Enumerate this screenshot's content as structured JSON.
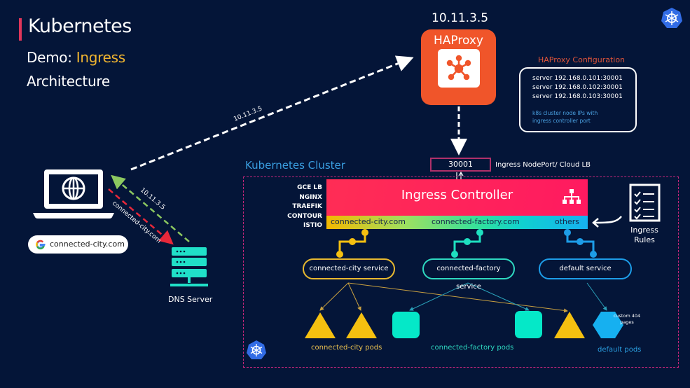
{
  "header": {
    "title": "Kubernetes",
    "subtitle_prefix": "Demo: ",
    "subtitle_accent": "Ingress",
    "subtitle_line2": "Architecture"
  },
  "colors": {
    "background": "#041538",
    "title_accent_bar": "#e0365a",
    "ingress_accent": "#f0b530",
    "haproxy": "#f0552a",
    "ingress_controller": "#ff2d55",
    "cluster_border": "#c0267a",
    "city": "#f5b800",
    "factory": "#05e8c8",
    "default": "#16b0f0"
  },
  "haproxy": {
    "ip": "10.11.3.5",
    "label": "HAProxy",
    "config_title": "HAProxy Configuration",
    "servers": [
      "server 192.168.0.101:30001",
      "server 192.168.0.102:30001",
      "server 192.168.0.103:30001"
    ],
    "note_line1": "k8s cluster node IPs with",
    "note_line2": "ingress controller port"
  },
  "client": {
    "search_text": "connected-city.com",
    "arrow_to_haproxy_label": "10.11.3.5",
    "dns_response_label": "10.11.3.5",
    "dns_request_label": "connected-city.com",
    "dns_server_label": "DNS Server"
  },
  "cluster": {
    "title": "Kubernetes Cluster",
    "nodeport": "30001",
    "nodeport_label": "Ingress NodePort/ Cloud LB",
    "controllers": [
      "GCE LB",
      "NGINX",
      "TRAEFIK",
      "CONTOUR",
      "ISTIO"
    ],
    "ingress_controller_label": "Ingress Controller",
    "routes": [
      "connected-city.com",
      "connected-factory.com",
      "others"
    ],
    "ingress_rules_line1": "Ingress",
    "ingress_rules_line2": "Rules",
    "services": [
      "connected-city service",
      "connected-factory service",
      "default service"
    ],
    "pod_groups": [
      "connected-city pods",
      "connected-factory pods",
      "default pods"
    ],
    "custom404_line1": "custom 404",
    "custom404_line2": "pages"
  }
}
